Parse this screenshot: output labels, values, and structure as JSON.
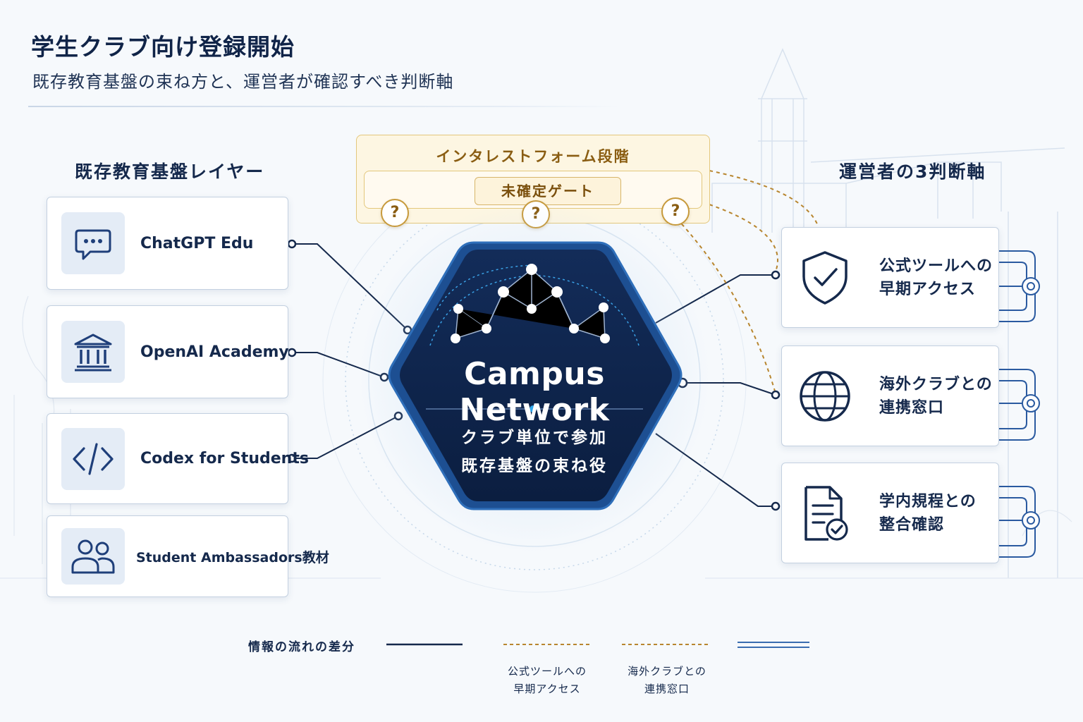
{
  "header": {
    "title": "学生クラブ向け登録開始",
    "subtitle": "既存教育基盤の束ね方と、運営者が確認すべき判断軸"
  },
  "left_section": {
    "label": "既存教育基盤レイヤー",
    "items": [
      {
        "label": "ChatGPT Edu",
        "icon": "chat-bubble-icon"
      },
      {
        "label": "OpenAI Academy",
        "icon": "academy-building-icon"
      },
      {
        "label": "Codex for Students",
        "icon": "code-brackets-icon"
      },
      {
        "label": "Student Ambassadors教材",
        "icon": "people-icon"
      }
    ]
  },
  "phase_panel": {
    "title": "インタレストフォーム段階",
    "gate_label": "未確定ゲート",
    "marker": "?"
  },
  "hub": {
    "title": "Campus Network",
    "line1": "クラブ単位で参加",
    "line2": "既存基盤の束ね役"
  },
  "right_section": {
    "label": "運営者の3判断軸",
    "items": [
      {
        "line1": "公式ツールへの",
        "line2": "早期アクセス",
        "icon": "shield-check-icon"
      },
      {
        "line1": "海外クラブとの",
        "line2": "連携窓口",
        "icon": "globe-icon"
      },
      {
        "line1": "学内規程との",
        "line2": "整合確認",
        "icon": "document-check-icon"
      }
    ]
  },
  "legend": {
    "label": "情報の流れの差分",
    "captions": [
      {
        "line1": "公式ツールへの",
        "line2": "早期アクセス"
      },
      {
        "line1": "海外クラブとの",
        "line2": "連携窓口"
      }
    ]
  },
  "colors": {
    "navy": "#13294b",
    "hub_fill": "#0e2348",
    "gold": "#b8862f",
    "accent_blue": "#2e9be0",
    "phase_bg": "#fdf6e2"
  }
}
